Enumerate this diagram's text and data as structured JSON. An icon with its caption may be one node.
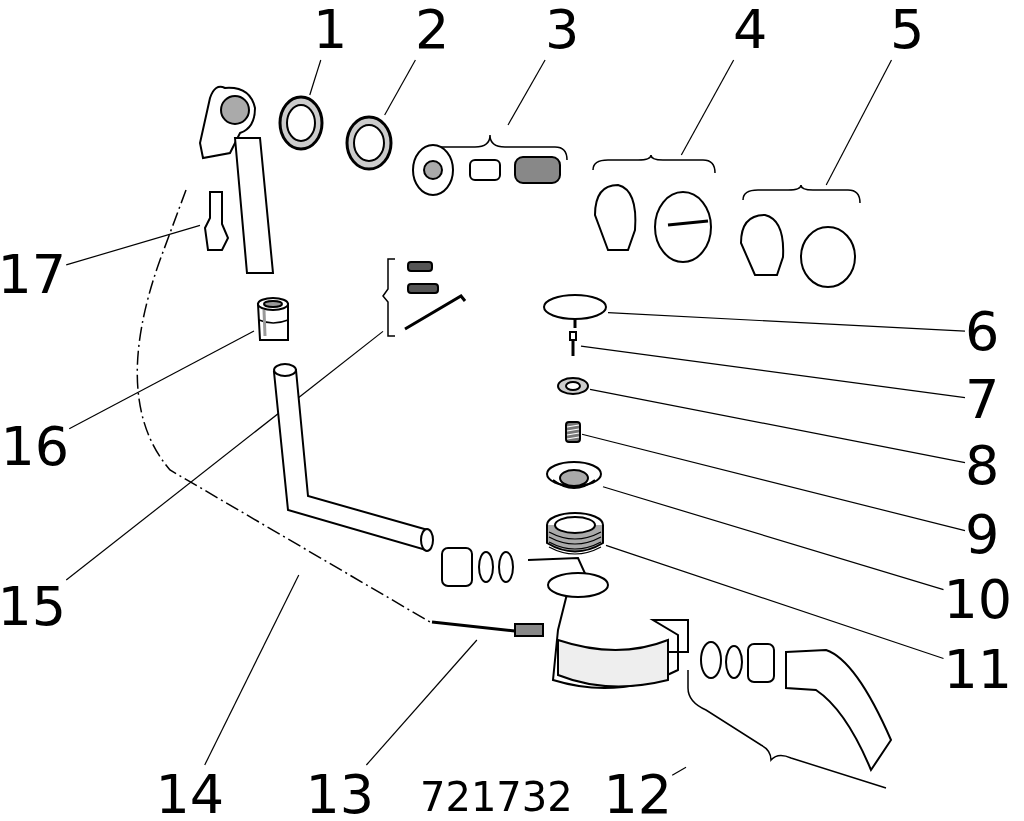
{
  "diagram": {
    "nodes": [
      {
        "text": [
          "1"
        ]
      },
      {
        "text": [
          "2"
        ]
      },
      {
        "text": [
          "3"
        ]
      },
      {
        "text": [
          "4"
        ]
      },
      {
        "text": [
          "5"
        ]
      },
      {
        "text": [
          "6"
        ]
      },
      {
        "text": [
          "7"
        ]
      },
      {
        "text": [
          "8"
        ]
      },
      {
        "text": [
          "9"
        ]
      },
      {
        "text": [
          "10"
        ]
      },
      {
        "text": [
          "11"
        ]
      },
      {
        "text": [
          "12"
        ]
      },
      {
        "text": [
          "13"
        ]
      },
      {
        "text": [
          "14"
        ]
      },
      {
        "text": [
          "15"
        ]
      },
      {
        "text": [
          "16"
        ]
      },
      {
        "text": [
          "17"
        ]
      },
      {
        "text": [],
        "shape": "picture"
      },
      {
        "text": [],
        "shape": "picture"
      },
      {
        "text": [],
        "shape": "picture"
      },
      {
        "text": [],
        "shape": "picture"
      },
      {
        "text": [],
        "shape": "picture"
      },
      {
        "text": [],
        "shape": "picture"
      },
      {
        "text": [],
        "shape": "picture"
      },
      {
        "text": [],
        "shape": "picture"
      },
      {
        "text": [],
        "shape": "picture"
      },
      {
        "text": [],
        "shape": "picture"
      },
      {
        "text": [],
        "shape": "picture"
      },
      {
        "text": [],
        "shape": "picture"
      },
      {
        "text": [],
        "shape": "picture"
      },
      {
        "text": [],
        "shape": "picture"
      },
      {
        "text": [],
        "shape": "picture"
      },
      {
        "text": [],
        "shape": "picture"
      },
      {
        "text": [],
        "shape": "picture"
      }
    ],
    "edges": [
      {
        "from": 0,
        "to": 17,
        "arrow": "none"
      },
      {
        "from": 1,
        "to": 18,
        "arrow": "none"
      },
      {
        "from": 2,
        "to": 19,
        "arrow": "none"
      },
      {
        "from": 3,
        "to": 20,
        "arrow": "none"
      },
      {
        "from": 4,
        "to": 21,
        "arrow": "none"
      },
      {
        "from": 5,
        "to": 22,
        "arrow": "none"
      },
      {
        "from": 6,
        "to": 23,
        "arrow": "none"
      },
      {
        "from": 7,
        "to": 24,
        "arrow": "none"
      },
      {
        "from": 8,
        "to": 25,
        "arrow": "none"
      },
      {
        "from": 9,
        "to": 26,
        "arrow": "none"
      },
      {
        "from": 10,
        "to": 27,
        "arrow": "none"
      },
      {
        "from": 11,
        "to": 28,
        "arrow": "none"
      },
      {
        "from": 12,
        "to": 29,
        "arrow": "none"
      },
      {
        "from": 13,
        "to": 30,
        "arrow": "none"
      },
      {
        "from": 14,
        "to": 31,
        "arrow": "none"
      },
      {
        "from": 15,
        "to": 32,
        "arrow": "none"
      },
      {
        "from": 16,
        "to": 33,
        "arrow": "none"
      }
    ],
    "labels": [
      "721732"
    ]
  }
}
